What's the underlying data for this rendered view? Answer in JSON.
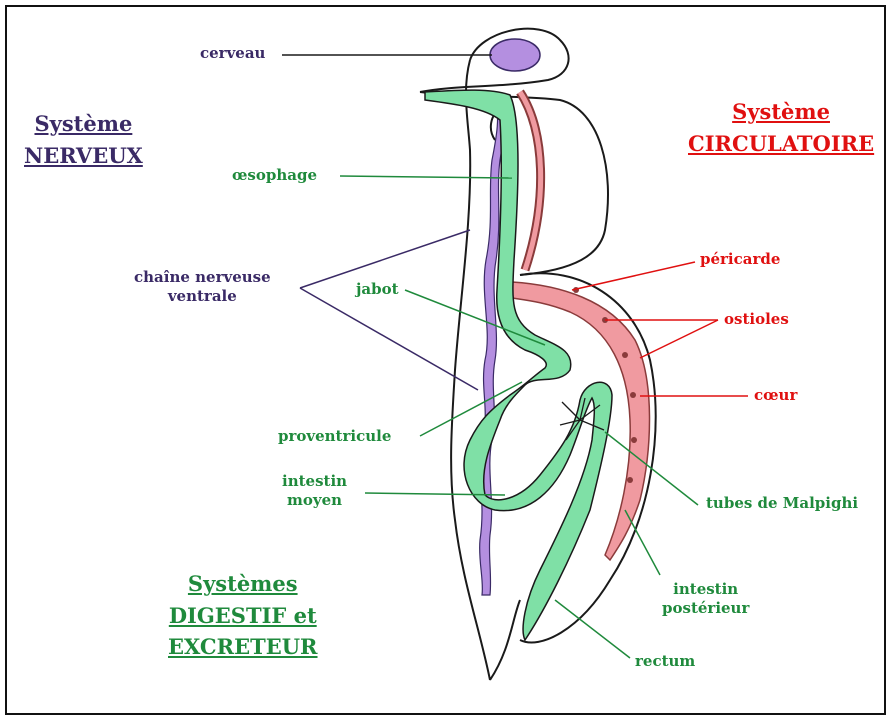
{
  "titles": {
    "nerveux": [
      "Système",
      "NERVEUX"
    ],
    "circulatoire": [
      "Système",
      "CIRCULATOIRE"
    ],
    "digestif": [
      "Systèmes",
      "DIGESTIF et",
      "EXCRETEUR"
    ]
  },
  "labels": {
    "cerveau": "cerveau",
    "oesophage": "œsophage",
    "chaine_1": "chaîne nerveuse",
    "chaine_2": "ventrale",
    "jabot": "jabot",
    "proventricule": "proventricule",
    "intestin_moyen_1": "intestin",
    "intestin_moyen_2": "moyen",
    "pericarde": "péricarde",
    "ostioles": "ostioles",
    "coeur": "cœur",
    "tubes_malpighi": "tubes de Malpighi",
    "intestin_post_1": "intestin",
    "intestin_post_2": "postérieur",
    "rectum": "rectum"
  },
  "colors": {
    "nervous": "#b48fe0",
    "digestive": "#7fe0a6",
    "circulatory": "#f09aa0",
    "nervous_text": "#3a2a66",
    "digestive_text": "#1f8a3c",
    "circulatory_text": "#e01010"
  }
}
